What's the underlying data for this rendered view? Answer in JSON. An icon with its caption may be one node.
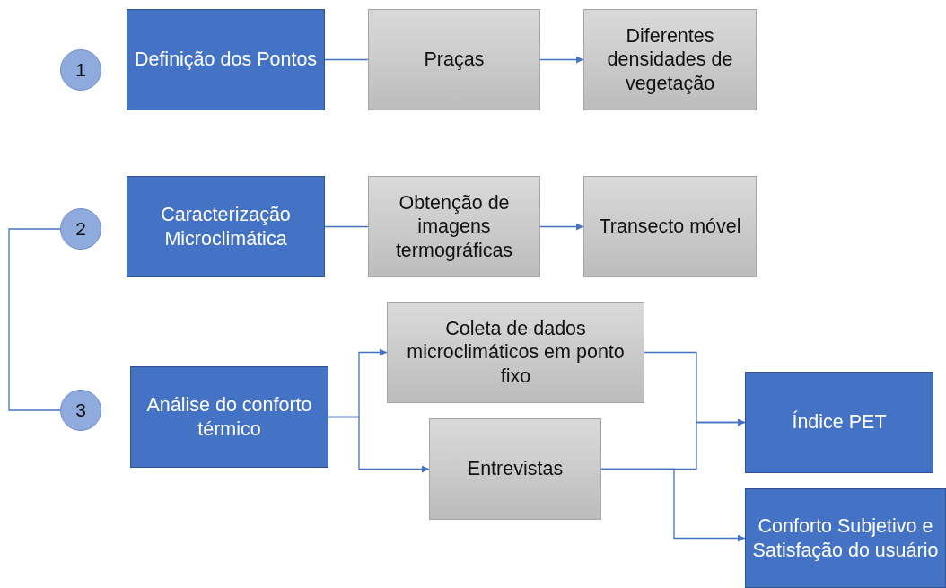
{
  "diagram": {
    "nodes": [
      {
        "text": [
          "1"
        ]
      },
      {
        "text": [
          "Definição dos Pontos"
        ]
      },
      {
        "text": [
          "Praças"
        ]
      },
      {
        "text": [
          "Diferentes densidades de vegetação"
        ]
      },
      {
        "text": [
          "2"
        ]
      },
      {
        "text": [
          "Caracterização Microclimática"
        ]
      },
      {
        "text": [
          "Obtenção de imagens termográficas"
        ]
      },
      {
        "text": [
          "Transecto móvel"
        ]
      },
      {
        "text": [
          "3"
        ]
      },
      {
        "text": [
          "Análise do conforto térmico"
        ]
      },
      {
        "text": [
          "Coleta de dados microclimáticos em ponto fixo"
        ]
      },
      {
        "text": [
          "Índice PET"
        ]
      },
      {
        "text": [
          "Entrevistas"
        ]
      },
      {
        "text": [
          "Conforto Subjetivo e Satisfação do usuário"
        ]
      }
    ],
    "edges": [
      {
        "from": 1,
        "to": 2,
        "arrow": "none"
      },
      {
        "from": 2,
        "to": 3,
        "arrow": "to"
      },
      {
        "from": 5,
        "to": 6,
        "arrow": "none"
      },
      {
        "from": 6,
        "to": 7,
        "arrow": "to"
      },
      {
        "from": 4,
        "to": 8,
        "arrow": "none"
      },
      {
        "from": 9,
        "to": 10,
        "arrow": "to"
      },
      {
        "from": 9,
        "to": 12,
        "arrow": "to"
      },
      {
        "from": 10,
        "to": 11,
        "arrow": "to"
      },
      {
        "from": 12,
        "to": 11,
        "arrow": "to"
      },
      {
        "from": 12,
        "to": 13,
        "arrow": "to"
      }
    ]
  }
}
